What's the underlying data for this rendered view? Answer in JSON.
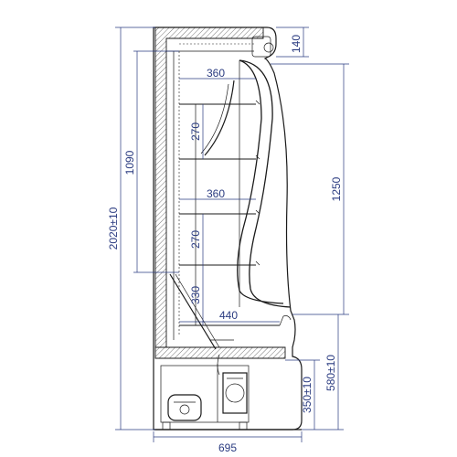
{
  "dimensions": {
    "total_height": "2020±10",
    "interior_height": "1090",
    "top_section": "140",
    "right_height": "1250",
    "base_height": "580±10",
    "shelf_base_height": "350±10",
    "shelf_depth_top": "360",
    "shelf_depth_mid": "360",
    "shelf_spacing_upper": "270",
    "shelf_spacing_lower": "270",
    "lower_spacing": "330",
    "base_depth": "440",
    "total_width": "695"
  },
  "colors": {
    "dimension": "#2a3b80",
    "outline": "#1a1a1a"
  }
}
